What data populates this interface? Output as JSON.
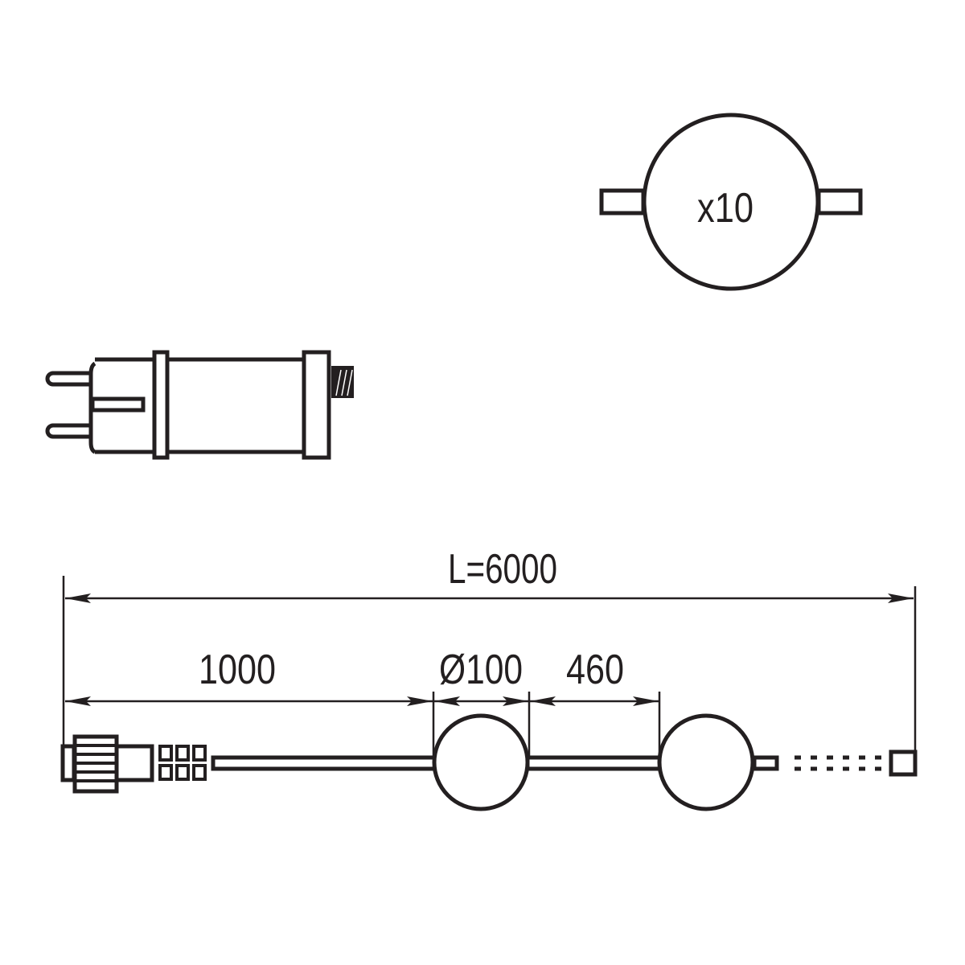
{
  "led_module": {
    "quantity_label": "x10"
  },
  "dimensions": {
    "total_length": "L=6000",
    "lead_length": "1000",
    "ball_diameter": "Ø100",
    "spacing": "460"
  },
  "colors": {
    "line": "#231f20",
    "background": "#ffffff"
  }
}
